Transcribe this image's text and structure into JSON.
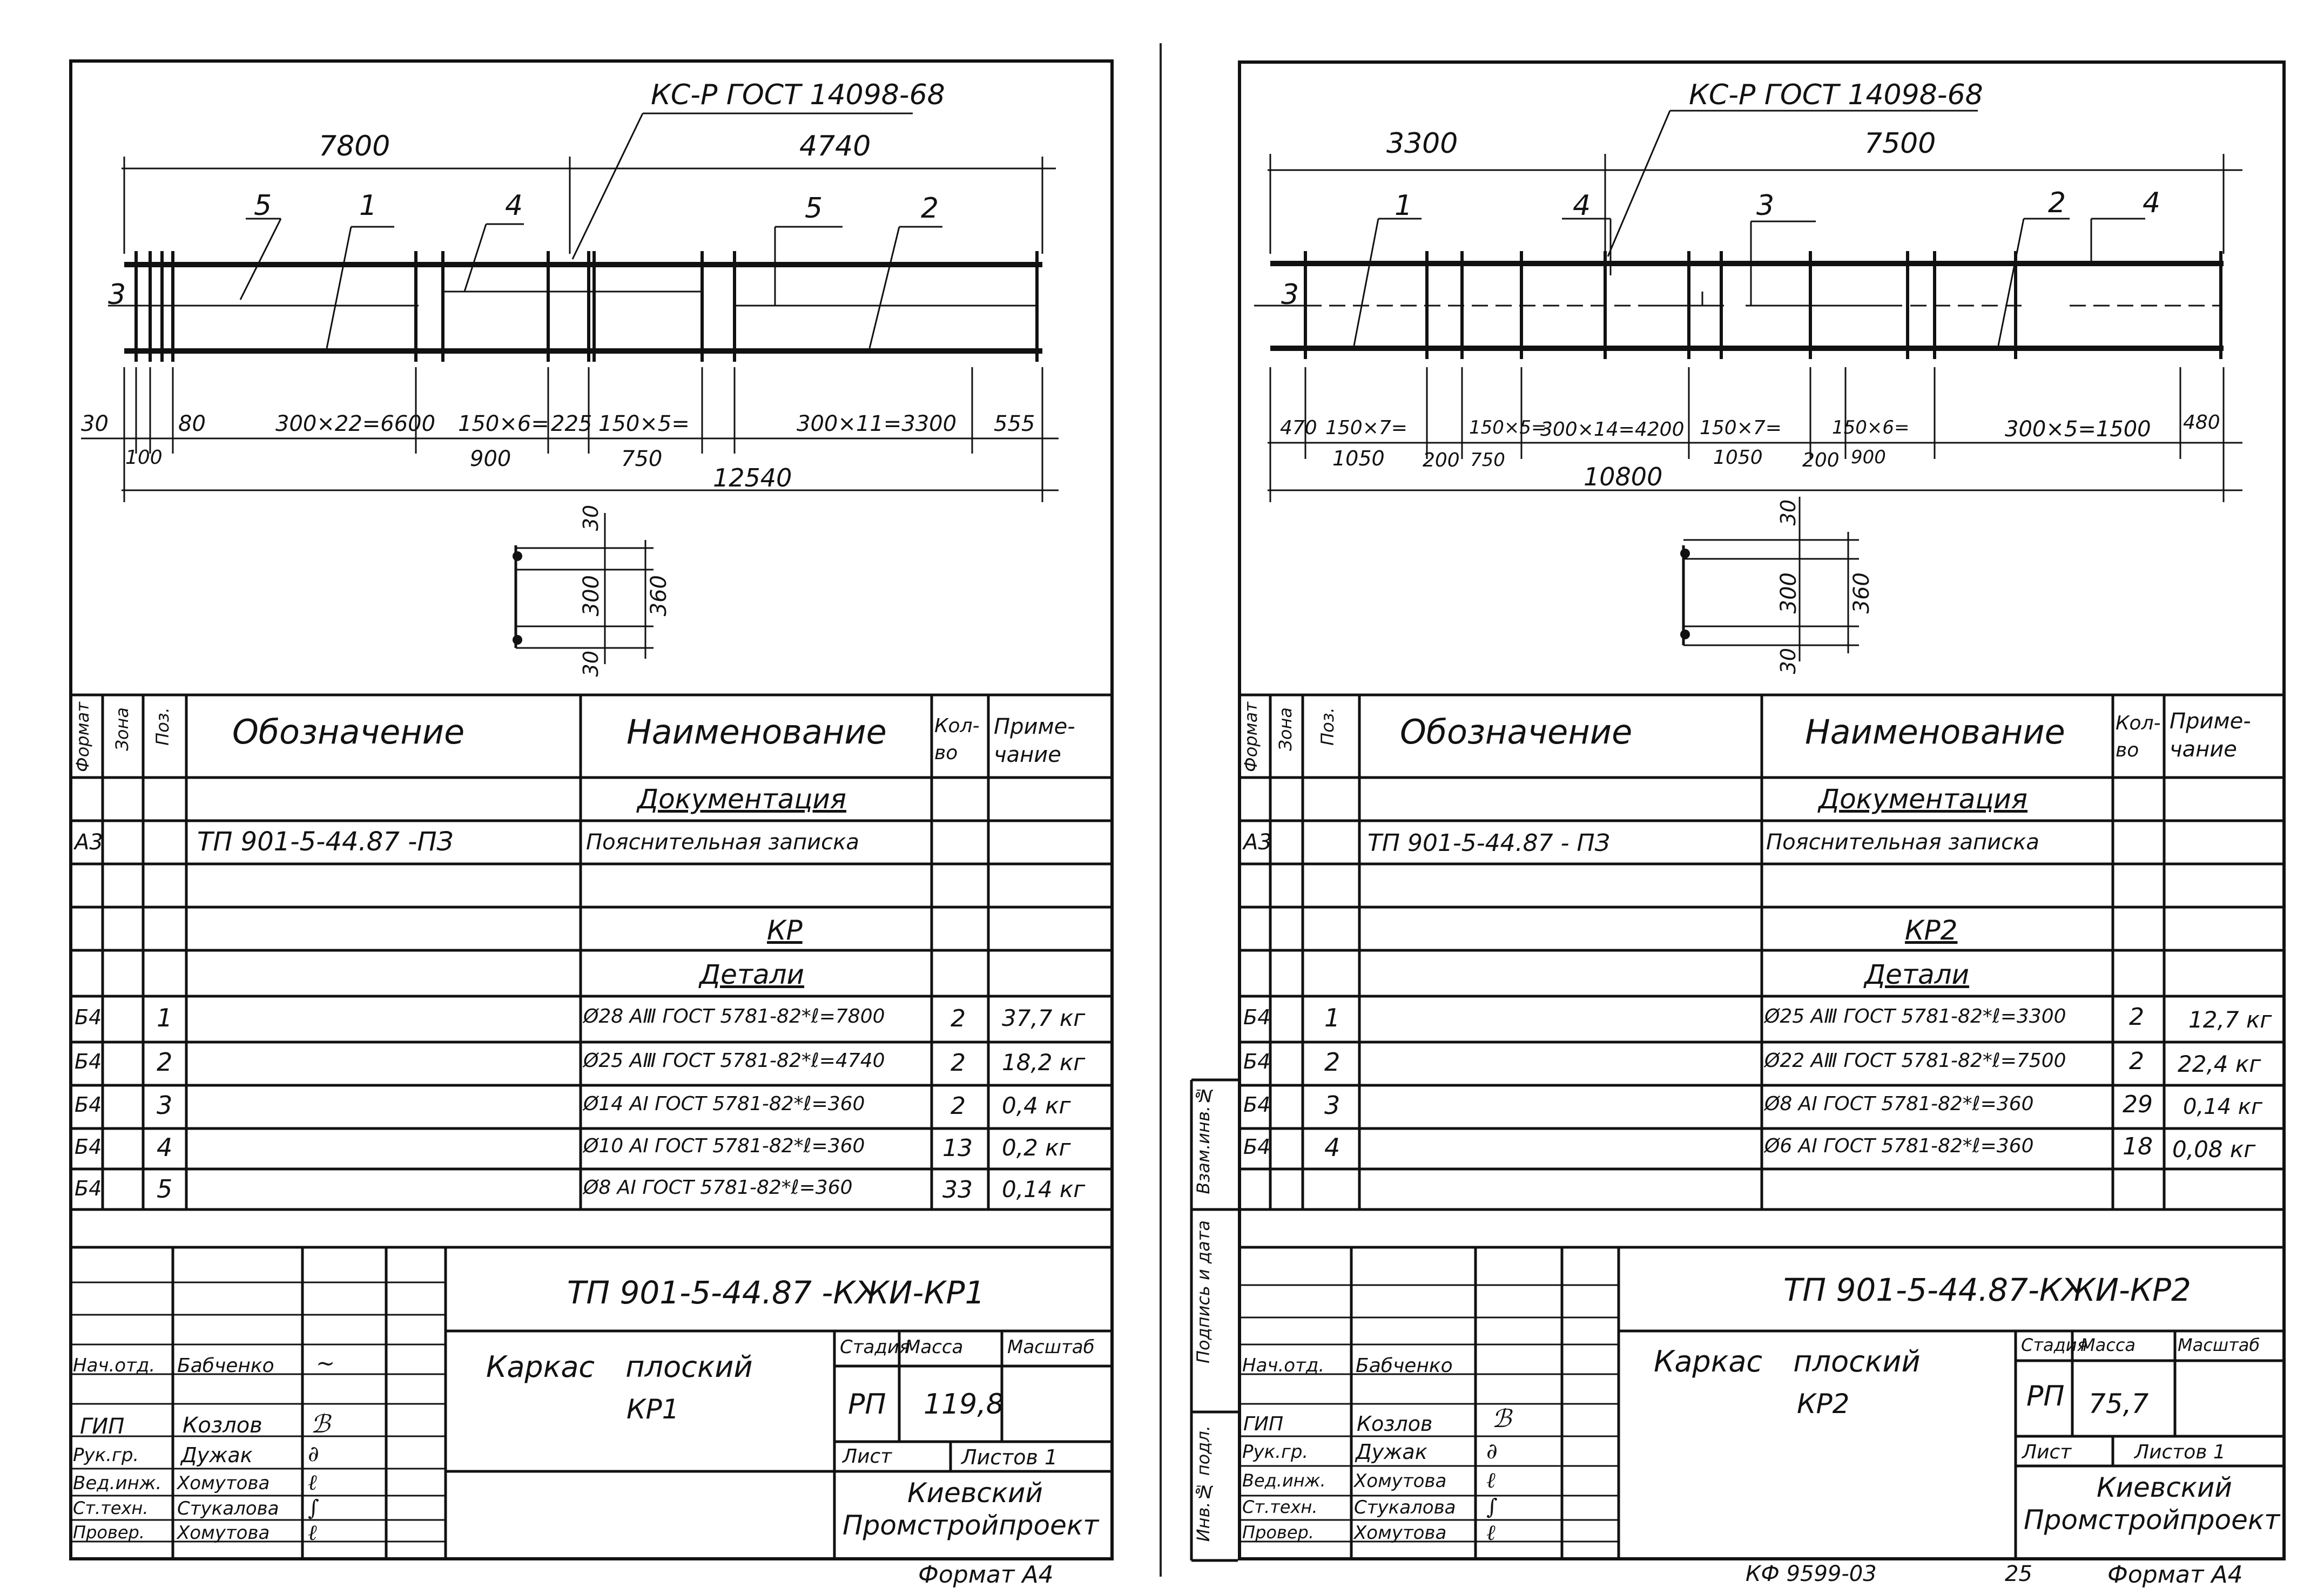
{
  "left": {
    "callout": "КС-Р ГОСТ 14098-68",
    "dims_top": [
      "7800",
      "4740"
    ],
    "positions": [
      "5",
      "1",
      "4",
      "5",
      "2",
      "3"
    ],
    "dims_bottom": {
      "d30": "30",
      "d100": "100",
      "d80": "80",
      "d300x22": "300×22=6600",
      "d150x6": "150×6=",
      "d900": "900",
      "d225": "225",
      "d150x5": "150×5=",
      "d750": "750",
      "d300x11": "300×11=3300",
      "d555": "555",
      "total": "12540"
    },
    "section": {
      "t30a": "30",
      "t300": "300",
      "t360": "360",
      "t30b": "30"
    },
    "table": {
      "headers": {
        "format": "Формат",
        "zone": "Зона",
        "pos": "Поз.",
        "designation": "Обозначение",
        "name": "Наименование",
        "qty": "Кол-во",
        "note": "Приме-чание"
      },
      "doc_section": "Документация",
      "doc_row": {
        "format": "А3",
        "designation": "ТП 901-5-44.87 -ПЗ",
        "name": "Пояснительная записка"
      },
      "kr_section": "КР",
      "details_section": "Детали",
      "rows": [
        {
          "format": "Б4",
          "pos": "1",
          "name": "Ø28 АⅢ ГОСТ 5781-82*ℓ=7800",
          "qty": "2",
          "note": "37,7 кг"
        },
        {
          "format": "Б4",
          "pos": "2",
          "name": "Ø25 АⅢ ГОСТ 5781-82*ℓ=4740",
          "qty": "2",
          "note": "18,2 кг"
        },
        {
          "format": "Б4",
          "pos": "3",
          "name": "Ø14 АⅠ ГОСТ 5781-82*ℓ=360",
          "qty": "2",
          "note": "0,4 кг"
        },
        {
          "format": "Б4",
          "pos": "4",
          "name": "Ø10 АⅠ ГОСТ 5781-82*ℓ=360",
          "qty": "13",
          "note": "0,2 кг"
        },
        {
          "format": "Б4",
          "pos": "5",
          "name": "Ø8 АⅠ ГОСТ 5781-82*ℓ=360",
          "qty": "33",
          "note": "0,14 кг"
        }
      ]
    },
    "titleblock": {
      "code": "ТП 901-5-44.87 -КЖИ-КР1",
      "title_line1": "Каркас плоский",
      "title_line2": "КР1",
      "stage_label": "Стадия",
      "mass_label": "Масса",
      "scale_label": "Масштаб",
      "stage": "РП",
      "mass": "119,8",
      "sheet_label": "Лист",
      "sheets_label": "Листов 1",
      "org_line1": "Киевский",
      "org_line2": "Промстройпроект",
      "staff": [
        {
          "role": "Нач.отд.",
          "name": "Бабченко"
        },
        {
          "role": "ГИП",
          "name": "Козлов"
        },
        {
          "role": "Рук.гр.",
          "name": "Дужак"
        },
        {
          "role": "Вед.инж.",
          "name": "Хомутова"
        },
        {
          "role": "Ст.техн.",
          "name": "Стукалова"
        },
        {
          "role": "Провер.",
          "name": "Хомутова"
        }
      ]
    },
    "format_note": "Формат А4"
  },
  "right": {
    "callout": "КС-Р ГОСТ 14098-68",
    "dims_top": [
      "3300",
      "7500"
    ],
    "positions": [
      "1",
      "4",
      "3",
      "2",
      "4",
      "3"
    ],
    "dims_bottom": {
      "d470": "470",
      "d150x7a": "150×7=",
      "d1050a": "1050",
      "d200a": "200",
      "d150x5": "150×5=",
      "d750": "750",
      "d300x14": "300×14=4200",
      "d150x7b": "150×7=",
      "d1050b": "1050",
      "d200b": "200",
      "d150x6": "150×6=",
      "d900": "900",
      "d300x5": "300×5=1500",
      "d480": "480",
      "total": "10800"
    },
    "section": {
      "t30a": "30",
      "t300": "300",
      "t360": "360",
      "t30b": "30"
    },
    "table": {
      "headers": {
        "format": "Формат",
        "zone": "Зона",
        "pos": "Поз.",
        "designation": "Обозначение",
        "name": "Наименование",
        "qty": "Кол-во",
        "note": "Приме-чание"
      },
      "doc_section": "Документация",
      "doc_row": {
        "format": "А3",
        "designation": "ТП 901-5-44.87 - ПЗ",
        "name": "Пояснительная записка"
      },
      "kr_section": "КР2",
      "details_section": "Детали",
      "rows": [
        {
          "format": "Б4",
          "pos": "1",
          "name": "Ø25 АⅢ ГОСТ 5781-82*ℓ=3300",
          "qty": "2",
          "note": "12,7 кг"
        },
        {
          "format": "Б4",
          "pos": "2",
          "name": "Ø22 АⅢ ГОСТ 5781-82*ℓ=7500",
          "qty": "2",
          "note": "22,4 кг"
        },
        {
          "format": "Б4",
          "pos": "3",
          "name": "Ø8 АⅠ ГОСТ 5781-82*ℓ=360",
          "qty": "29",
          "note": "0,14 кг"
        },
        {
          "format": "Б4",
          "pos": "4",
          "name": "Ø6 АⅠ ГОСТ 5781-82*ℓ=360",
          "qty": "18",
          "note": "0,08 кг"
        }
      ]
    },
    "side_labels": {
      "a": "Инв.№ подл.",
      "b": "Подпись и дата",
      "c": "Взам.инв.№"
    },
    "titleblock": {
      "code": "ТП 901-5-44.87-КЖИ-КР2",
      "title_line1": "Каркас плоский",
      "title_line2": "КР2",
      "stage_label": "Стадия",
      "mass_label": "Масса",
      "scale_label": "Масштаб",
      "stage": "РП",
      "mass": "75,7",
      "sheet_label": "Лист",
      "sheets_label": "Листов 1",
      "org_line1": "Киевский",
      "org_line2": "Промстройпроект",
      "staff": [
        {
          "role": "Нач.отд.",
          "name": "Бабченко"
        },
        {
          "role": "ГИП",
          "name": "Козлов"
        },
        {
          "role": "Рук.гр.",
          "name": "Дужак"
        },
        {
          "role": "Вед.инж.",
          "name": "Хомутова"
        },
        {
          "role": "Ст.техн.",
          "name": "Стукалова"
        },
        {
          "role": "Провер.",
          "name": "Хомутова"
        }
      ]
    },
    "footer_code": "КФ 9599-03",
    "footer_page": "25",
    "format_note": "Формат А4"
  }
}
